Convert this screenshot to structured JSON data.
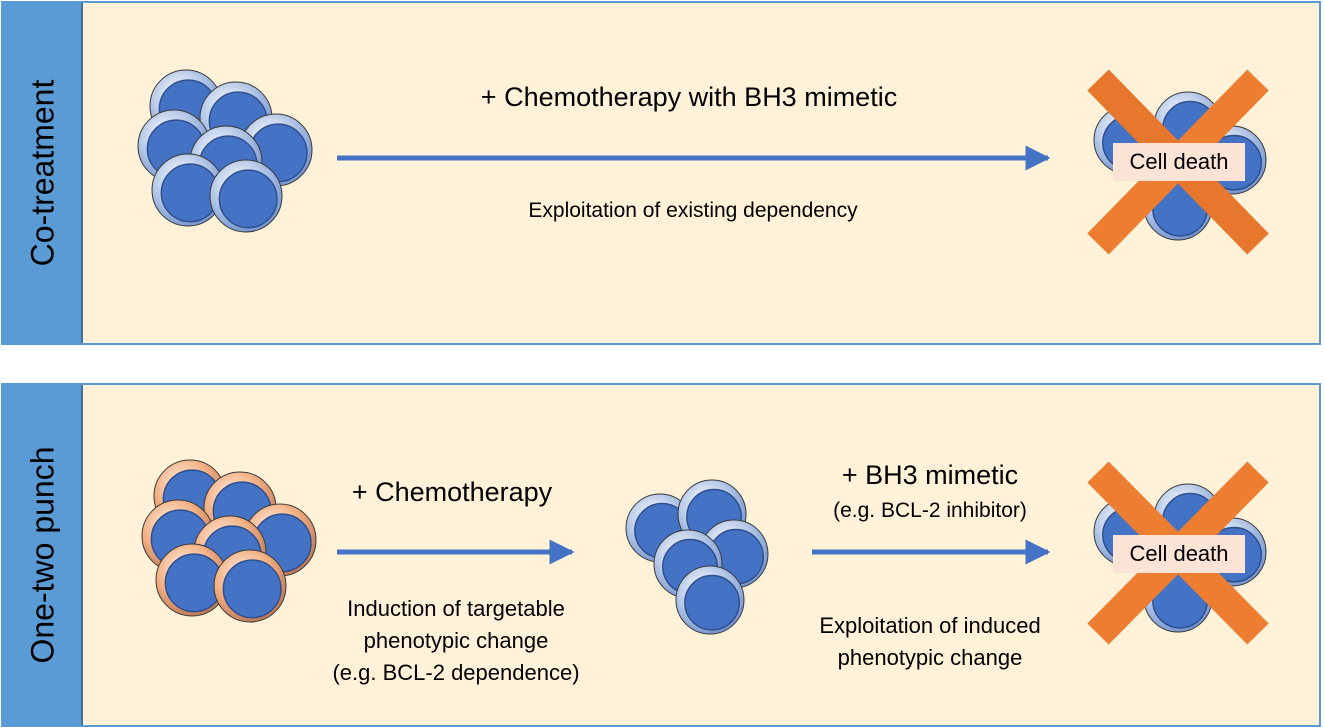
{
  "panels": {
    "top": {
      "side_label": "Co-treatment",
      "arrow_label": "+ Chemotherapy with BH3 mimetic",
      "arrow_sublabel": "Exploitation of existing dependency",
      "result_label": "Cell death"
    },
    "bottom": {
      "side_label": "One-two punch",
      "step1_label": "+ Chemotherapy",
      "step1_sublabel": "Induction of targetable\nphenotypic change\n(e.g. BCL-2 dependence)",
      "step2_label": "+ BH3 mimetic",
      "step2_note": "(e.g. BCL-2 inhibitor)",
      "step2_sublabel": "Exploitation of induced\nphenotypic change",
      "result_label": "Cell death"
    }
  },
  "colors": {
    "frame": "#5b9bd5",
    "panel_bg": "#fff2d9",
    "arrow": "#4472c4",
    "cell_nucleus": "#4472c4",
    "cell_ring_primed": "#b4c7e7",
    "cell_ring_unprimed": "#f4b183",
    "cross": "#ed7d31",
    "death_label_bg": "#fbe3d6"
  },
  "icons": {
    "cluster_primed": "cell-cluster-blue-icon",
    "cluster_unprimed": "cell-cluster-orange-icon",
    "death_cross": "cross-mark-icon"
  }
}
